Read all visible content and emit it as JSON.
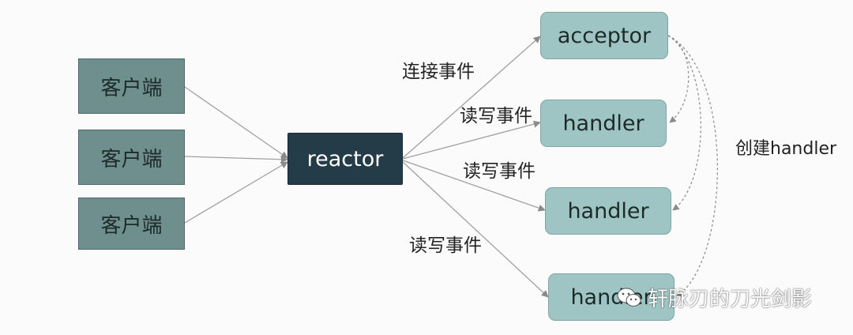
{
  "nodes": {
    "client_1": "客户端",
    "client_2": "客户端",
    "client_3": "客户端",
    "reactor": "reactor",
    "acceptor": "acceptor",
    "handler_1": "handler",
    "handler_2": "handler",
    "handler_3": "handler"
  },
  "edge_labels": {
    "connect_event": "连接事件",
    "rw_event_1": "读写事件",
    "rw_event_2": "读写事件",
    "rw_event_3": "读写事件",
    "create_handler": "创建handler"
  },
  "watermark": {
    "text": "轩脉刃的刀光剑影",
    "icon": "wechat-icon"
  },
  "colors": {
    "client_fill": "#6e8f8e",
    "reactor_fill": "#243c47",
    "handler_fill": "#9fc4c4",
    "edge": "#9a9a9a"
  }
}
